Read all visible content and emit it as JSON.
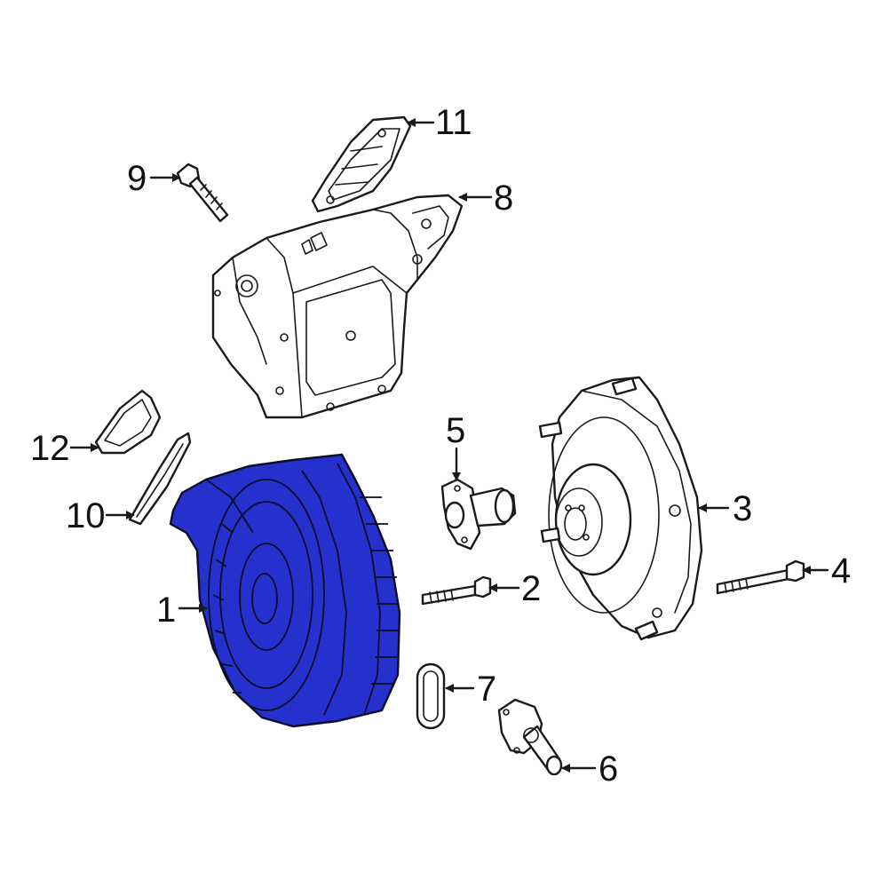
{
  "diagram": {
    "highlight_color": "#2431cc",
    "line_color": "#1a1a1a",
    "callouts": [
      {
        "id": "1",
        "label": "1",
        "part": "drive-motor"
      },
      {
        "id": "2",
        "label": "2",
        "part": "motor-bolt"
      },
      {
        "id": "3",
        "label": "3",
        "part": "end-cover"
      },
      {
        "id": "4",
        "label": "4",
        "part": "cover-bolt"
      },
      {
        "id": "5",
        "label": "5",
        "part": "connector"
      },
      {
        "id": "6",
        "label": "6",
        "part": "coolant-fitting"
      },
      {
        "id": "7",
        "label": "7",
        "part": "o-ring"
      },
      {
        "id": "8",
        "label": "8",
        "part": "inverter-housing"
      },
      {
        "id": "9",
        "label": "9",
        "part": "housing-bolt"
      },
      {
        "id": "10",
        "label": "10",
        "part": "seal"
      },
      {
        "id": "11",
        "label": "11",
        "part": "cover-plate"
      },
      {
        "id": "12",
        "label": "12",
        "part": "gasket"
      }
    ]
  }
}
